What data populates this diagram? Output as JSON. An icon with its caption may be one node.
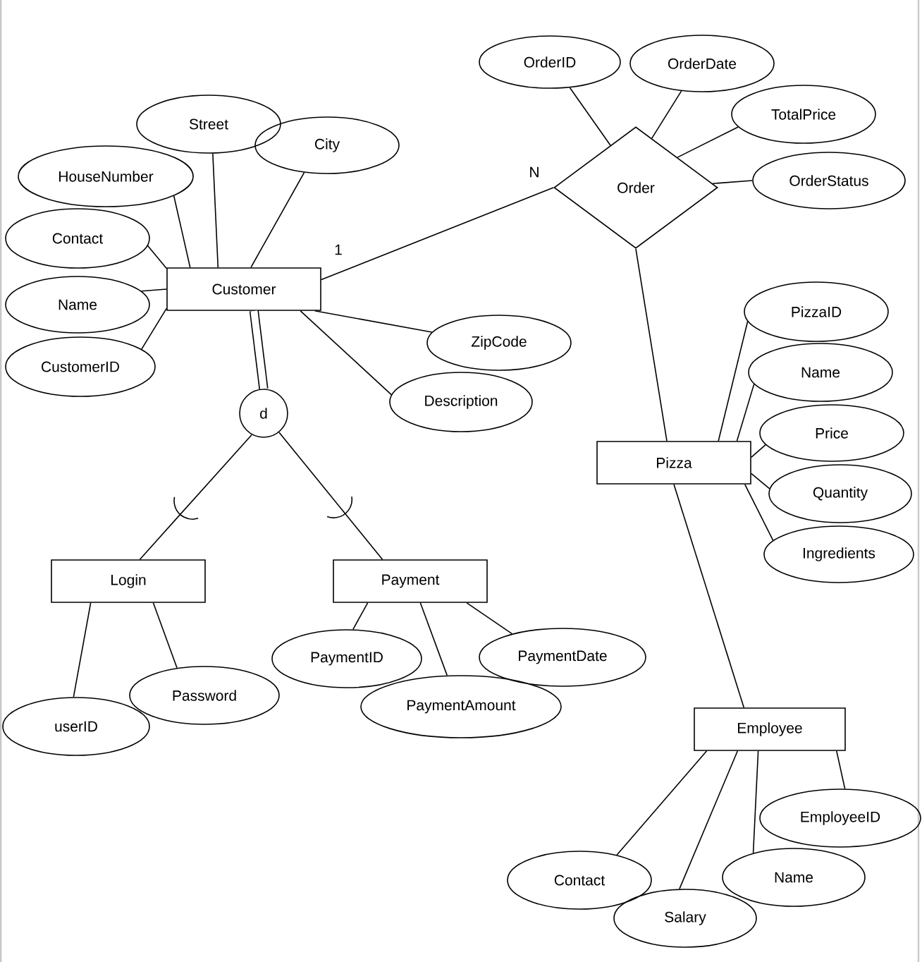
{
  "diagram": {
    "nodes": [
      {
        "text": [
          "OrderID"
        ]
      },
      {
        "text": [
          "OrderDate"
        ]
      },
      {
        "text": [
          "Street"
        ]
      },
      {
        "text": [
          "TotalPrice"
        ]
      },
      {
        "text": [
          "City"
        ]
      },
      {
        "text": [
          "HouseNumber"
        ]
      },
      {
        "text": [
          "Order"
        ]
      },
      {
        "text": [
          "OrderStatus"
        ]
      },
      {
        "text": [
          "Contact"
        ]
      },
      {
        "text": [
          "Customer"
        ]
      },
      {
        "text": [
          "Name"
        ]
      },
      {
        "text": [
          "PizzaID"
        ]
      },
      {
        "text": [
          "ZipCode"
        ]
      },
      {
        "text": [
          "CustomerID"
        ]
      },
      {
        "text": [
          "Name"
        ]
      },
      {
        "text": [
          "Description"
        ]
      },
      {
        "text": [
          "d"
        ]
      },
      {
        "text": [
          "Price"
        ]
      },
      {
        "text": [
          "Pizza"
        ]
      },
      {
        "text": [
          "Quantity"
        ]
      },
      {
        "text": [
          "Ingredients"
        ]
      },
      {
        "text": [
          "Login"
        ]
      },
      {
        "text": [
          "Payment"
        ]
      },
      {
        "text": [
          "PaymentDate"
        ]
      },
      {
        "text": [
          "PaymentID"
        ]
      },
      {
        "text": [
          "Password"
        ]
      },
      {
        "text": [
          "PaymentAmount"
        ]
      },
      {
        "text": [
          "userID"
        ]
      },
      {
        "text": [
          "Employee"
        ]
      },
      {
        "text": [
          "EmployeeID"
        ]
      },
      {
        "text": [
          "Name"
        ]
      },
      {
        "text": [
          "Contact"
        ]
      },
      {
        "text": [
          "Salary"
        ]
      }
    ],
    "edges": [
      {
        "from": 9,
        "to": 6,
        "arrow": "none"
      },
      {
        "from": 6,
        "to": 0,
        "arrow": "none"
      },
      {
        "from": 6,
        "to": 1,
        "arrow": "none"
      },
      {
        "from": 6,
        "to": 3,
        "arrow": "none"
      },
      {
        "from": 6,
        "to": 7,
        "arrow": "none"
      },
      {
        "from": 6,
        "to": 18,
        "arrow": "none"
      },
      {
        "from": 18,
        "to": 28,
        "arrow": "none"
      },
      {
        "from": 9,
        "to": 2,
        "arrow": "none"
      },
      {
        "from": 9,
        "to": 4,
        "arrow": "none"
      },
      {
        "from": 9,
        "to": 5,
        "arrow": "none"
      },
      {
        "from": 9,
        "to": 8,
        "arrow": "none"
      },
      {
        "from": 9,
        "to": 10,
        "arrow": "none"
      },
      {
        "from": 9,
        "to": 13,
        "arrow": "none"
      },
      {
        "from": 9,
        "to": 12,
        "arrow": "none"
      },
      {
        "from": 9,
        "to": 15,
        "arrow": "none"
      },
      {
        "from": 9,
        "to": 16,
        "arrow": "none",
        "style": "thick"
      },
      {
        "from": 16,
        "to": 21,
        "arrow": "none"
      },
      {
        "from": 16,
        "to": 22,
        "arrow": "none"
      },
      {
        "from": 18,
        "to": 11,
        "arrow": "none"
      },
      {
        "from": 18,
        "to": 14,
        "arrow": "none"
      },
      {
        "from": 18,
        "to": 17,
        "arrow": "none"
      },
      {
        "from": 18,
        "to": 19,
        "arrow": "none"
      },
      {
        "from": 18,
        "to": 20,
        "arrow": "none"
      },
      {
        "from": 21,
        "to": 27,
        "arrow": "none"
      },
      {
        "from": 21,
        "to": 25,
        "arrow": "none"
      },
      {
        "from": 22,
        "to": 24,
        "arrow": "none"
      },
      {
        "from": 22,
        "to": 26,
        "arrow": "none"
      },
      {
        "from": 22,
        "to": 23,
        "arrow": "none"
      },
      {
        "from": 28,
        "to": 31,
        "arrow": "none"
      },
      {
        "from": 28,
        "to": 32,
        "arrow": "none"
      },
      {
        "from": 28,
        "to": 30,
        "arrow": "none"
      },
      {
        "from": 28,
        "to": 29,
        "arrow": "none"
      }
    ],
    "labels": [
      "1",
      "N"
    ]
  }
}
